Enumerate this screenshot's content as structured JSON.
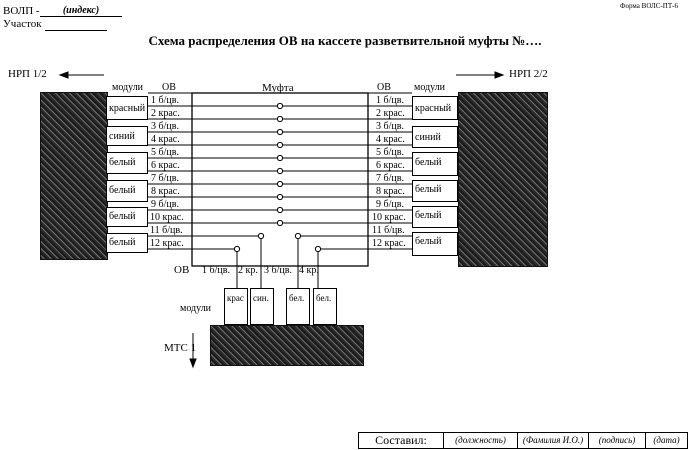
{
  "form_label": "Форма ВОЛС-ПТ-6",
  "header": {
    "volp_label": "ВОЛП -",
    "volp_index": "(индекс)",
    "section_label": "Участок"
  },
  "title": "Схема распределения ОВ на кассете разветвительной муфты №….",
  "left": {
    "direction_label": "НРП 1/2",
    "modules_header": "модули",
    "ov_header": "ОВ",
    "modules": [
      "красный",
      "синий",
      "белый",
      "белый",
      "белый"
    ],
    "fibers": [
      "1 б/цв.",
      "2 крас.",
      "3 б/цв.",
      "4 крас.",
      "5 б/цв.",
      "6 крас.",
      "7 б/цв.",
      "8 крас.",
      "9 б/цв.",
      "10 крас.",
      "11 б/цв.",
      "12 крас."
    ]
  },
  "right": {
    "direction_label": "НРП 2/2",
    "modules_header": "модули",
    "ov_header": "ОВ",
    "modules": [
      "красный",
      "синий",
      "белый",
      "белый",
      "белый",
      "белый"
    ],
    "fibers": [
      "1 б/цв.",
      "2 крас.",
      "3 б/цв.",
      "4 крас.",
      "5 б/цв.",
      "6 крас.",
      "7 б/цв.",
      "8 крас.",
      "9 б/цв.",
      "10 крас.",
      "11 б/цв.",
      "12 крас."
    ]
  },
  "coupling_label": "Муфта",
  "bottom": {
    "ov_header": "ОВ",
    "fibers": [
      "1 б/цв.",
      "2 кр.",
      "3 б/цв.",
      "4 кр."
    ],
    "modules_header": "модули",
    "modules": [
      "крас",
      "син.",
      "бел.",
      "бел."
    ],
    "direction_label": "МТС 1"
  },
  "footer": {
    "compiled_label": "Составил:",
    "position": "(должность)",
    "name": "(Фамилия И.О.)",
    "signature": "(подпись)",
    "date": "(дата)"
  }
}
